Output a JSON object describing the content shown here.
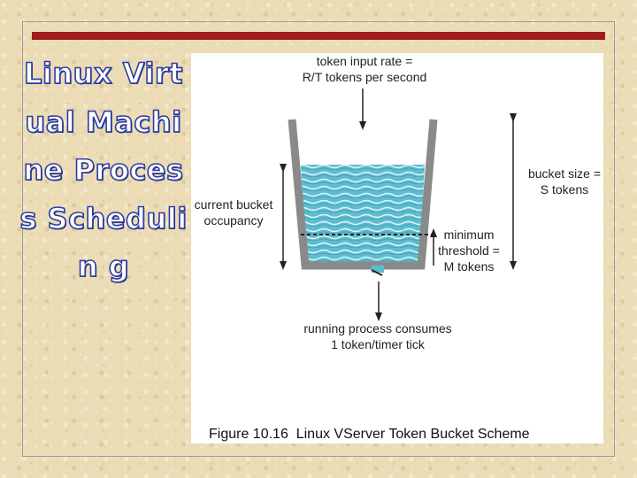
{
  "slide": {
    "title": "Linux Virtual Machine Process Schedulin g"
  },
  "figure": {
    "input_rate_line1": "token input rate =",
    "input_rate_line2": "R/T tokens per second",
    "occupancy_line1": "current bucket",
    "occupancy_line2": "occupancy",
    "bucket_size_line1": "bucket size =",
    "bucket_size_line2": "S tokens",
    "threshold_line1": "minimum",
    "threshold_line2": "threshold =",
    "threshold_line3": "M tokens",
    "consume_line1": "running process consumes",
    "consume_line2": "1 token/timer tick",
    "caption": "Figure 10.16  Linux VServer Token Bucket Scheme"
  },
  "colors": {
    "accent_rule": "#a11c1c",
    "title_outline": "#2d3da0",
    "water": "#4bb3c8",
    "bucket_wall": "#8a8a8a"
  }
}
